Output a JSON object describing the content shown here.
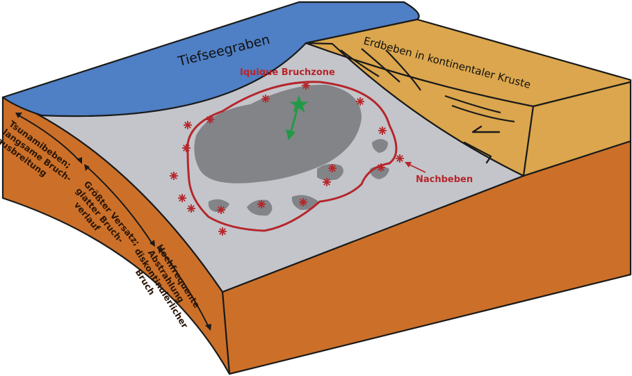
{
  "labels": {
    "trench": "Tiefseegraben",
    "crustal_quakes": "Erdbeben in kontinentaler Kruste",
    "rupture_zone": "Iquique Bruchzone",
    "aftershocks": "Nachbeben"
  },
  "depth_zones": [
    {
      "lines": [
        "Tsunamibeben;",
        "langsame Bruch-",
        "ausbreitung"
      ]
    },
    {
      "lines": [
        "Größter Versatz;",
        "glatter Bruch-",
        "verlauf"
      ]
    },
    {
      "lines": [
        "Hochfrequente",
        "Abstrahlung",
        "diskontinuierlicher",
        "Bruch"
      ]
    }
  ],
  "icons": {
    "aftershock": "asterisk-icon",
    "epicenter": "star-icon",
    "slip_direction": "arrow-icon"
  },
  "colors": {
    "ocean": "#4f7fc4",
    "plate_surface": "#c3c5ca",
    "plate_side": "#cc7029",
    "continental_crust": "#dba64d",
    "slip_patch": "#828488",
    "rupture_outline": "#b5262b",
    "epicenter": "#239947",
    "outline": "#1a1a1a"
  }
}
